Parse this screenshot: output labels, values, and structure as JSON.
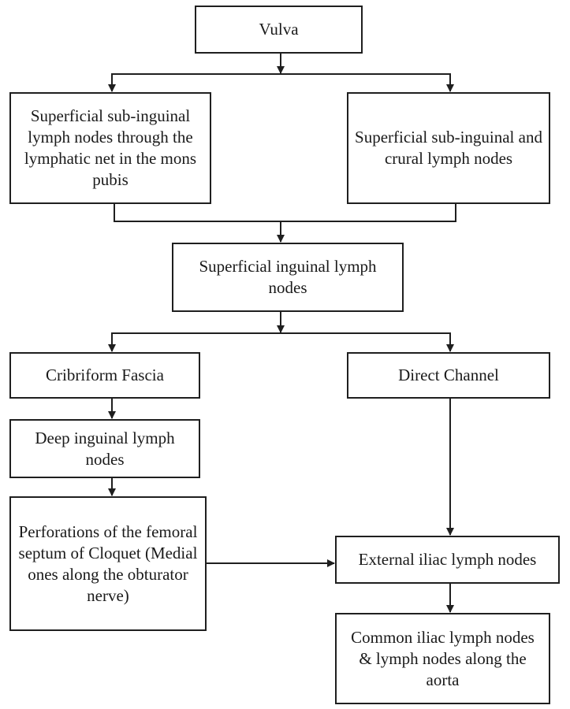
{
  "diagram": {
    "type": "flowchart",
    "nodes": {
      "vulva": "Vulva",
      "mons": "Superficial sub-inguinal lymph nodes through the lymphatic net in the mons pubis",
      "crural": "Superficial sub-inguinal and crural lymph nodes",
      "superficial": "Superficial inguinal lymph nodes",
      "cribriform": "Cribriform Fascia",
      "direct": "Direct Channel",
      "deep": "Deep inguinal lymph nodes",
      "perforations": "Perforations of the femoral septum of Cloquet (Medial ones along the obturator nerve)",
      "external": "External iliac lymph nodes",
      "common": "Common iliac lymph nodes & lymph nodes along the aorta"
    },
    "edges": [
      {
        "from": "vulva",
        "to": "mons"
      },
      {
        "from": "vulva",
        "to": "crural"
      },
      {
        "from": "mons",
        "to": "superficial"
      },
      {
        "from": "crural",
        "to": "superficial"
      },
      {
        "from": "superficial",
        "to": "cribriform"
      },
      {
        "from": "superficial",
        "to": "direct"
      },
      {
        "from": "cribriform",
        "to": "deep"
      },
      {
        "from": "deep",
        "to": "perforations"
      },
      {
        "from": "perforations",
        "to": "external"
      },
      {
        "from": "direct",
        "to": "external"
      },
      {
        "from": "external",
        "to": "common"
      }
    ],
    "colors": {
      "stroke": "#1f1f1f",
      "background": "#ffffff"
    }
  }
}
